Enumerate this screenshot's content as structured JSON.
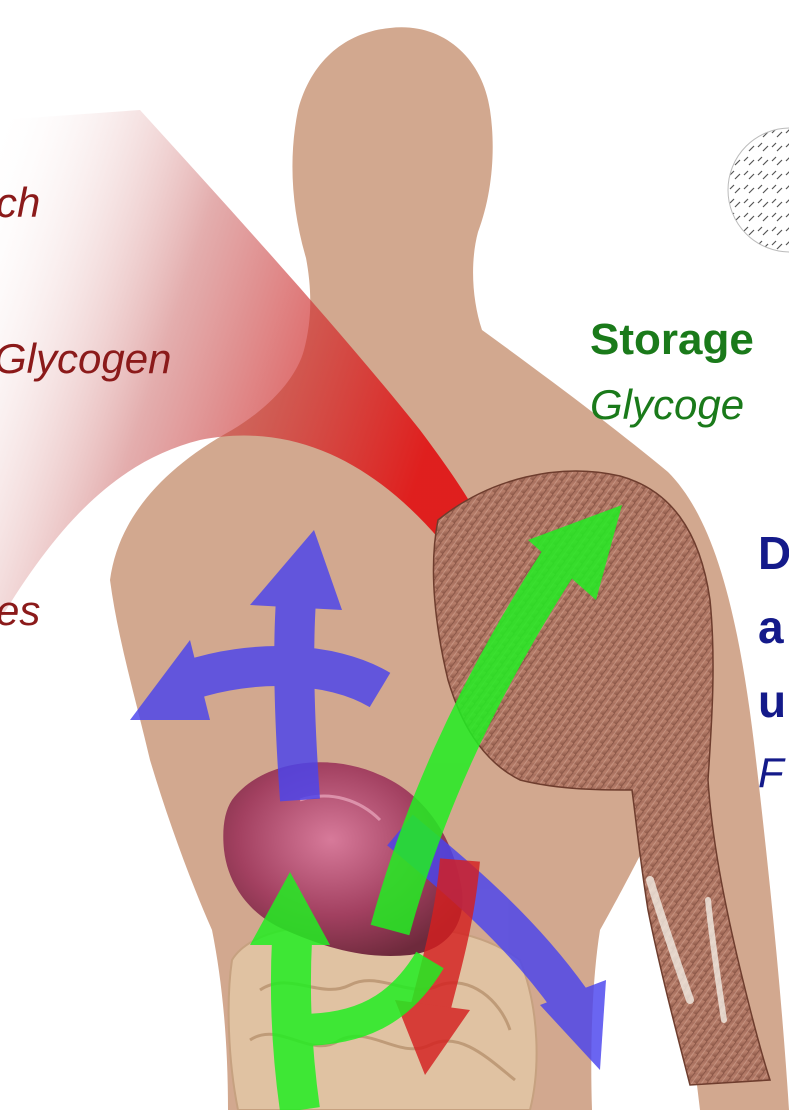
{
  "left_labels": {
    "line1": "ch",
    "line2": "Glycogen",
    "line3": "es"
  },
  "right_labels": {
    "storage_title": "Storage",
    "storage_subtitle": "Glycoge",
    "d_line1": "D",
    "d_line2": "a",
    "d_line3": "u",
    "d_line4": "F"
  },
  "colors": {
    "skin": "#d2a88f",
    "red_arrow": "#d42020",
    "green_arrow": "#22ee22",
    "blue_arrow": "#4a44ee",
    "label_red": "#8b1a1a",
    "label_green": "#1a7a1a",
    "label_blue": "#141a8a"
  }
}
